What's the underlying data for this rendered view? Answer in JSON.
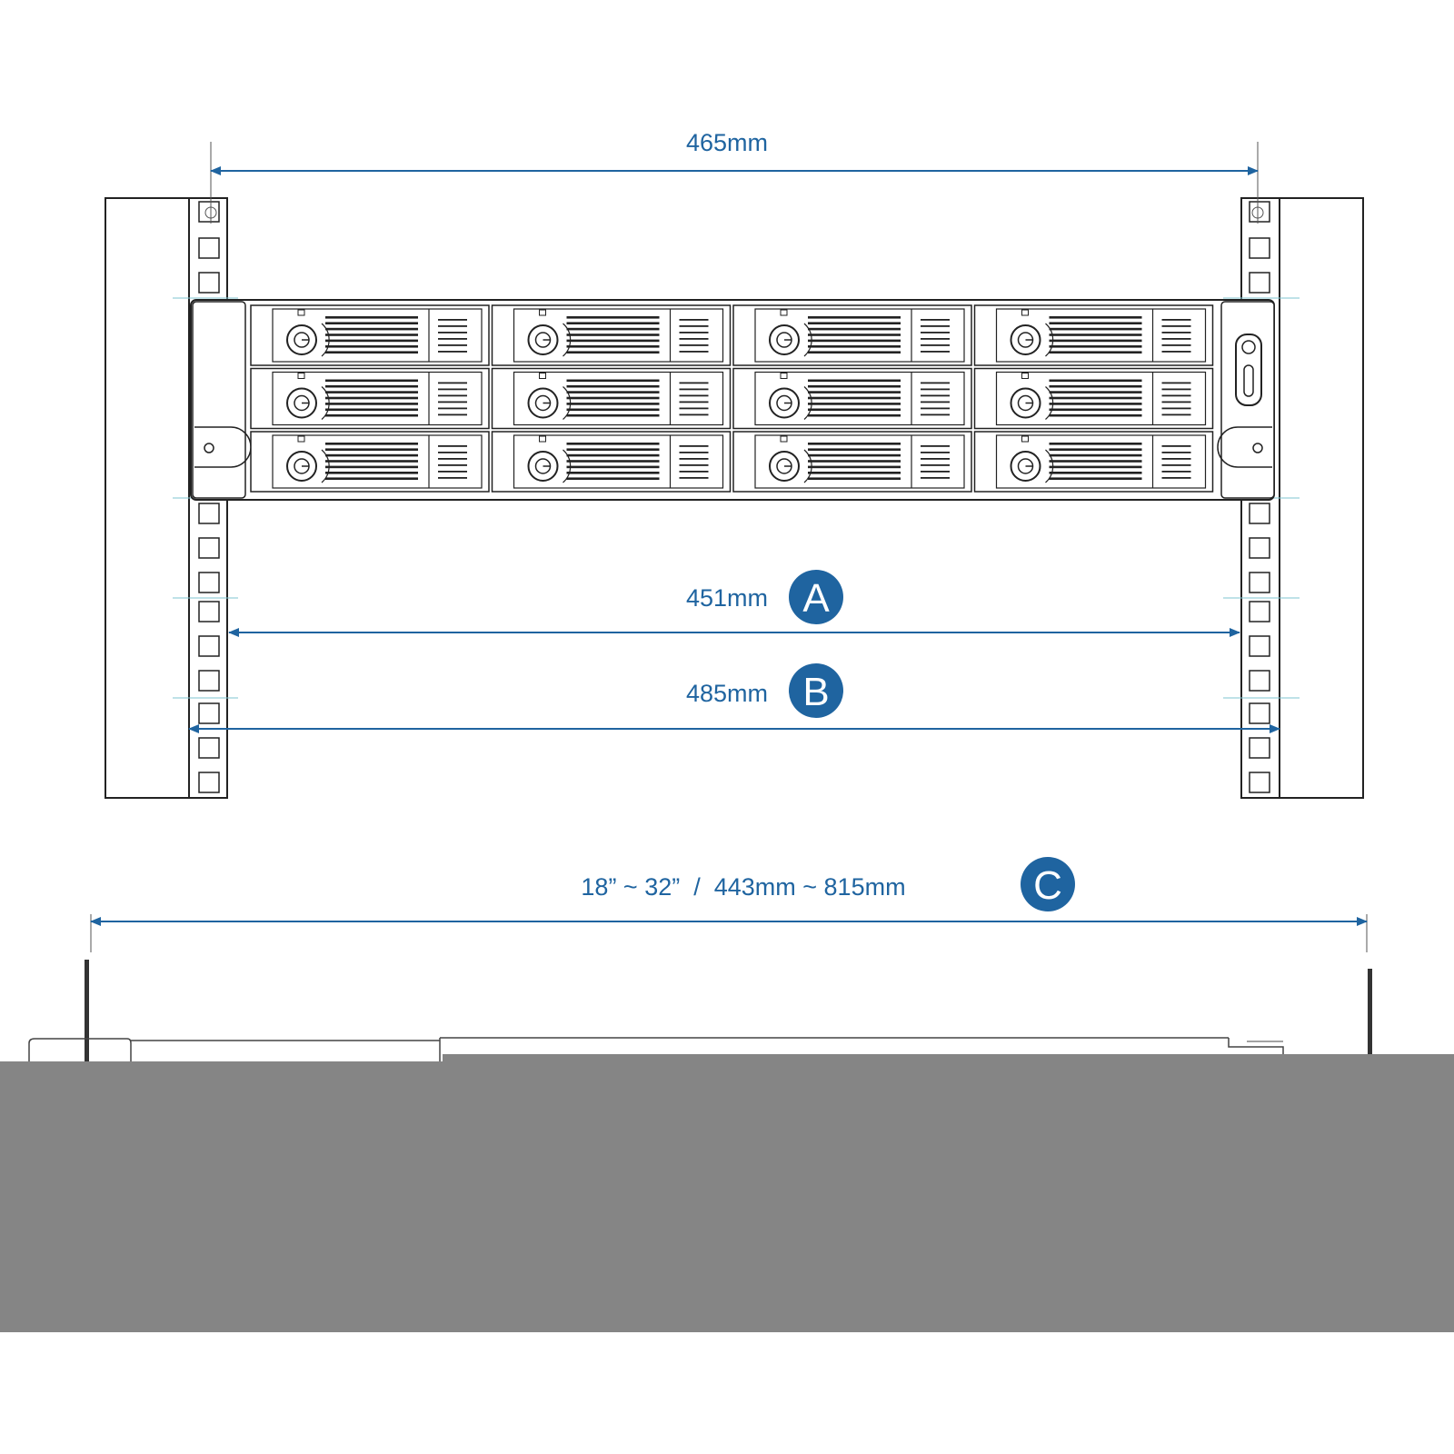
{
  "dimensions": {
    "top_width": "465mm",
    "a_width": "451mm",
    "b_width": "485mm",
    "c_depth": "18” ~ 32”  /  443mm ~ 815mm"
  },
  "badges": {
    "a": "A",
    "b": "B",
    "c": "C"
  },
  "drive_bays": {
    "rows": 3,
    "columns": 4
  },
  "colors": {
    "accent": "#1f64a0",
    "line": "#222222",
    "cover": "#858585"
  }
}
